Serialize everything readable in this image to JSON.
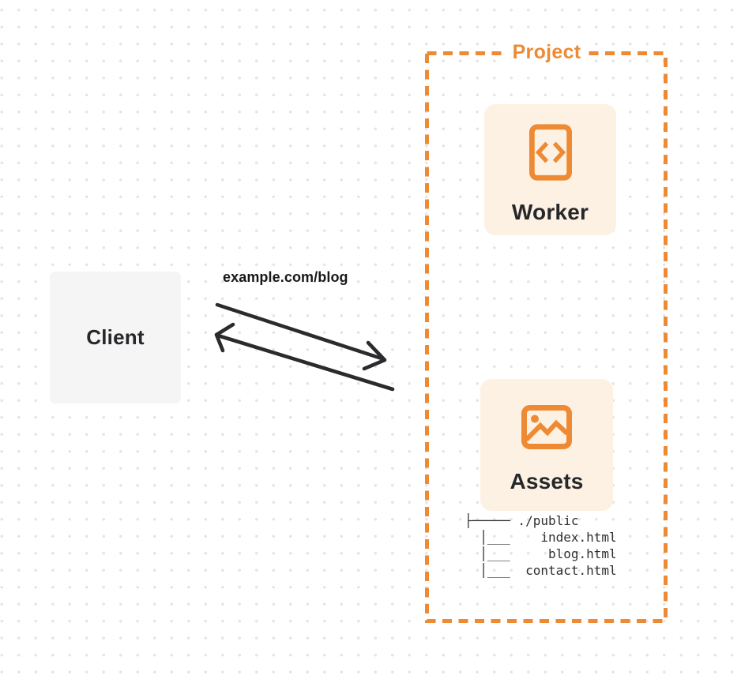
{
  "diagram": {
    "project": {
      "label": "Project"
    },
    "client": {
      "label": "Client"
    },
    "request": {
      "label": "example.com/blog"
    },
    "worker": {
      "label": "Worker",
      "icon": "code-file-icon"
    },
    "assets": {
      "label": "Assets",
      "icon": "image-icon"
    },
    "file_tree": {
      "text": "├───── ./public\n  │___    index.html\n  │___     blog.html\n  │___  contact.html",
      "root": "./public",
      "files": [
        "index.html",
        "blog.html",
        "contact.html"
      ]
    }
  },
  "colors": {
    "orange": "#ED8A33",
    "card_bg": "#FCF1E2",
    "client_bg": "#F5F5F6",
    "text_dark": "#26272B",
    "arrow": "#2B2B2D",
    "dot": "#E4E4E7",
    "bg": "#FFFFFF"
  }
}
